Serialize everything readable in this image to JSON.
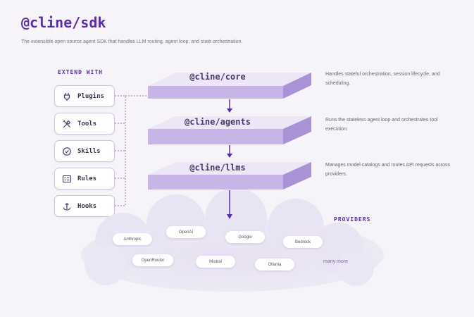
{
  "header": {
    "title": "@cline/sdk",
    "subtitle": "The extensible open source agent SDK that handles LLM routing, agent loop, and state orchestration."
  },
  "extend": {
    "title": "EXTEND WITH",
    "items": [
      {
        "label": "Plugins",
        "icon": "plug-icon"
      },
      {
        "label": "Tools",
        "icon": "tools-icon"
      },
      {
        "label": "Skills",
        "icon": "badge-check-icon"
      },
      {
        "label": "Rules",
        "icon": "list-icon"
      },
      {
        "label": "Hooks",
        "icon": "anchor-icon"
      }
    ]
  },
  "layers": [
    {
      "name": "@cline/core",
      "description": "Handles stateful orchestration, session lifecycle, and scheduling."
    },
    {
      "name": "@cline/agents",
      "description": "Runs the stateless agent loop and orchestrates tool execution."
    },
    {
      "name": "@cline/llms",
      "description": "Manages model catalogs and routes API requests across providers."
    }
  ],
  "providers": {
    "title": "PROVIDERS",
    "items": [
      "Anthropic",
      "OpenAI",
      "Google",
      "Bedrock",
      "OpenRouter",
      "Mistral",
      "Ollama"
    ],
    "more": "many more"
  },
  "colors": {
    "accent": "#5b2ea6",
    "layer_top": "#ece6f6",
    "layer_front": "#c6b5e6",
    "layer_side": "#a993d6"
  }
}
